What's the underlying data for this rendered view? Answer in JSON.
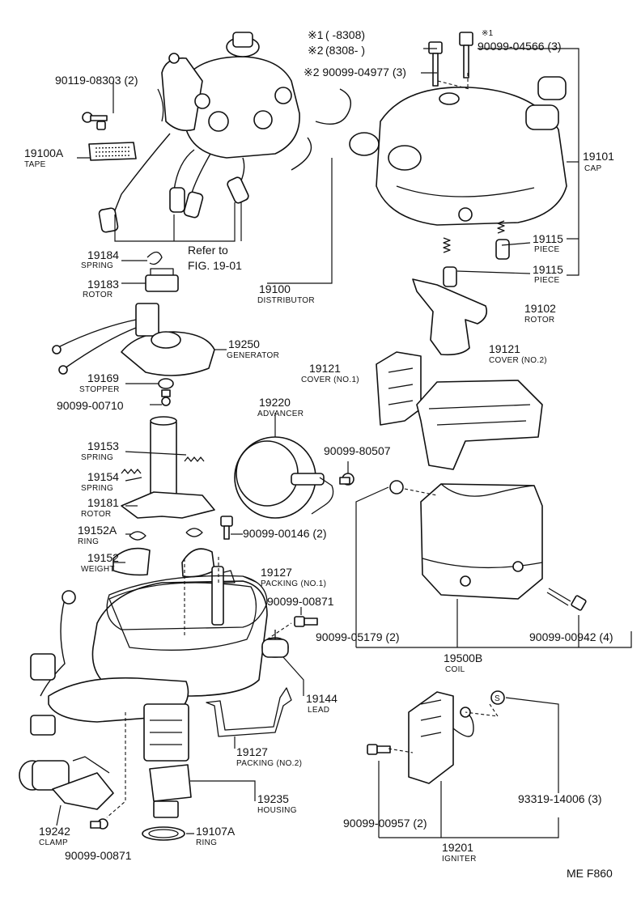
{
  "footer": {
    "ref": "ME F860"
  },
  "legend": {
    "mark1": "※1",
    "mark1_range": "(        -8308)",
    "mark2": "※2",
    "mark2_range": "(8308-        )"
  },
  "parts": [
    {
      "id": "tape",
      "number": "19100A",
      "name": "TAPE"
    },
    {
      "id": "distributor",
      "number": "19100",
      "name": "DISTRIBUTOR"
    },
    {
      "id": "cap",
      "number": "19101",
      "name": "CAP"
    },
    {
      "id": "piece1",
      "number": "19115",
      "name": "PIECE"
    },
    {
      "id": "piece2",
      "number": "19115",
      "name": "PIECE"
    },
    {
      "id": "rotor_top",
      "number": "19102",
      "name": "ROTOR"
    },
    {
      "id": "spring19184",
      "number": "19184",
      "name": "SPRING"
    },
    {
      "id": "rotor19183",
      "number": "19183",
      "name": "ROTOR"
    },
    {
      "id": "generator",
      "number": "19250",
      "name": "GENERATOR"
    },
    {
      "id": "stopper",
      "number": "19169",
      "name": "STOPPER"
    },
    {
      "id": "cover1",
      "number": "19121",
      "name": "COVER (NO.1)"
    },
    {
      "id": "cover2",
      "number": "19121",
      "name": "COVER (NO.2)"
    },
    {
      "id": "advancer",
      "number": "19220",
      "name": "ADVANCER"
    },
    {
      "id": "spring19153",
      "number": "19153",
      "name": "SPRING"
    },
    {
      "id": "spring19154",
      "number": "19154",
      "name": "SPRING"
    },
    {
      "id": "rotor19181",
      "number": "19181",
      "name": "ROTOR"
    },
    {
      "id": "ring19152a",
      "number": "19152A",
      "name": "RING"
    },
    {
      "id": "weight",
      "number": "19152",
      "name": "WEIGHT"
    },
    {
      "id": "packing1",
      "number": "19127",
      "name": "PACKING (NO.1)"
    },
    {
      "id": "packing2",
      "number": "19127",
      "name": "PACKING (NO.2)"
    },
    {
      "id": "lead",
      "number": "19144",
      "name": "LEAD"
    },
    {
      "id": "coil",
      "number": "19500B",
      "name": "COIL"
    },
    {
      "id": "housing",
      "number": "19235",
      "name": "HOUSING"
    },
    {
      "id": "clamp",
      "number": "19242",
      "name": "CLAMP"
    },
    {
      "id": "ring19107a",
      "number": "19107A",
      "name": "RING"
    },
    {
      "id": "igniter",
      "number": "19201",
      "name": "IGNITER"
    }
  ],
  "bolts": {
    "b04566_mark": "※1",
    "b04566": "90099-04566 (3)",
    "b04977": "※2 90099-04977 (3)",
    "b08303": "90119-08303 (2)",
    "b00710": "90099-00710",
    "b80507": "90099-80507",
    "b00146": "90099-00146 (2)",
    "b00871a": "90099-00871",
    "b05179": "90099-05179 (2)",
    "b00942": "90099-00942 (4)",
    "b14006": "93319-14006 (3)",
    "b00957": "90099-00957 (2)",
    "b00871b": "90099-00871",
    "s_mark": "S"
  },
  "refer": {
    "line1": "Refer to",
    "line2": "FIG. 19-01"
  }
}
